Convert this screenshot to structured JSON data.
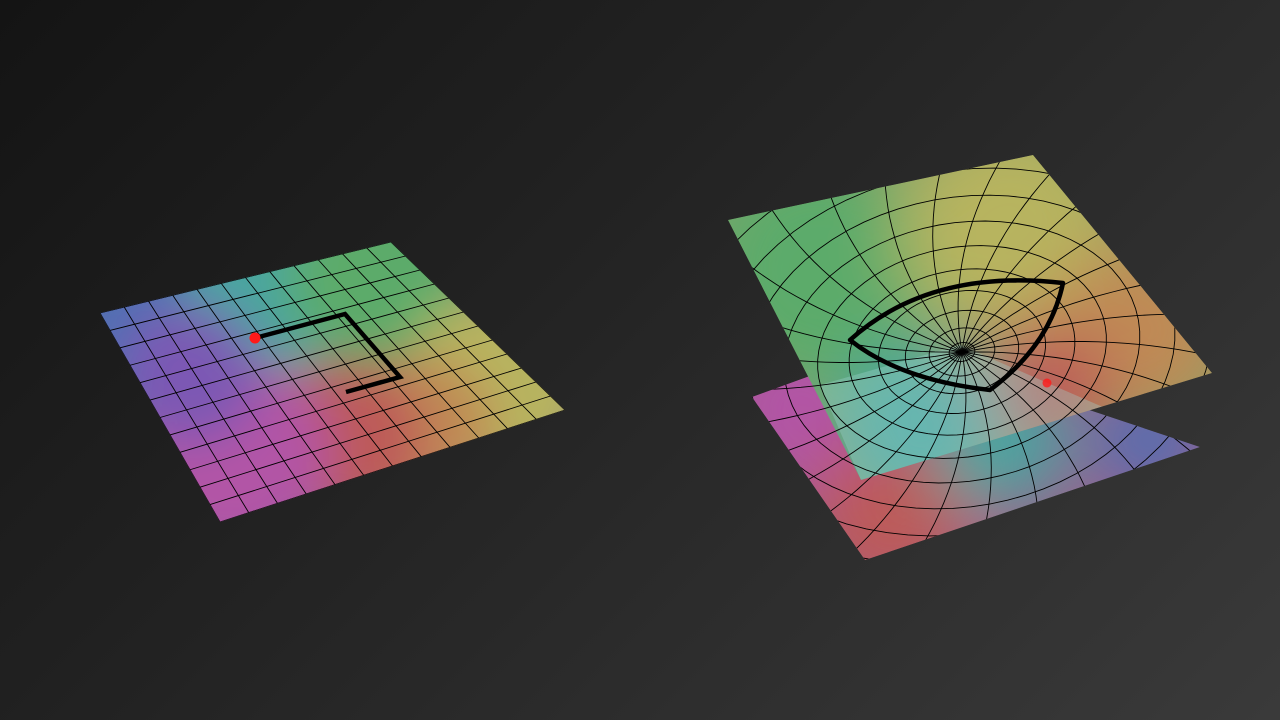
{
  "scene": {
    "background": {
      "from": "#141414",
      "to": "#3a3a3a"
    },
    "grid_line_color": "#000000",
    "path_color": "#000000",
    "marker_color": "#ff1a1a",
    "hue_palette": {
      "blue": "#4f6fb3",
      "teal": "#4aa6a0",
      "green": "#5bab6a",
      "olive": "#b7b45e",
      "orange": "#c08a55",
      "red": "#bd5a59",
      "magenta": "#b255a6",
      "purple": "#7c58b4"
    },
    "panels": [
      {
        "id": "flat-domain",
        "grid_cells": 12,
        "shading": "hue-wheel",
        "path": "open-rectangle",
        "marker": "start-point"
      },
      {
        "id": "riemann-surface",
        "upper_sheet": {
          "shading": "hue-wheel",
          "grid": "polar",
          "opacity": 0.9
        },
        "lower_sheet": {
          "shading": "hue-wheel",
          "grid": "polar",
          "opacity": 0.85
        },
        "path": "closed-lens-loop",
        "marker": "branch-neighborhood"
      }
    ]
  }
}
